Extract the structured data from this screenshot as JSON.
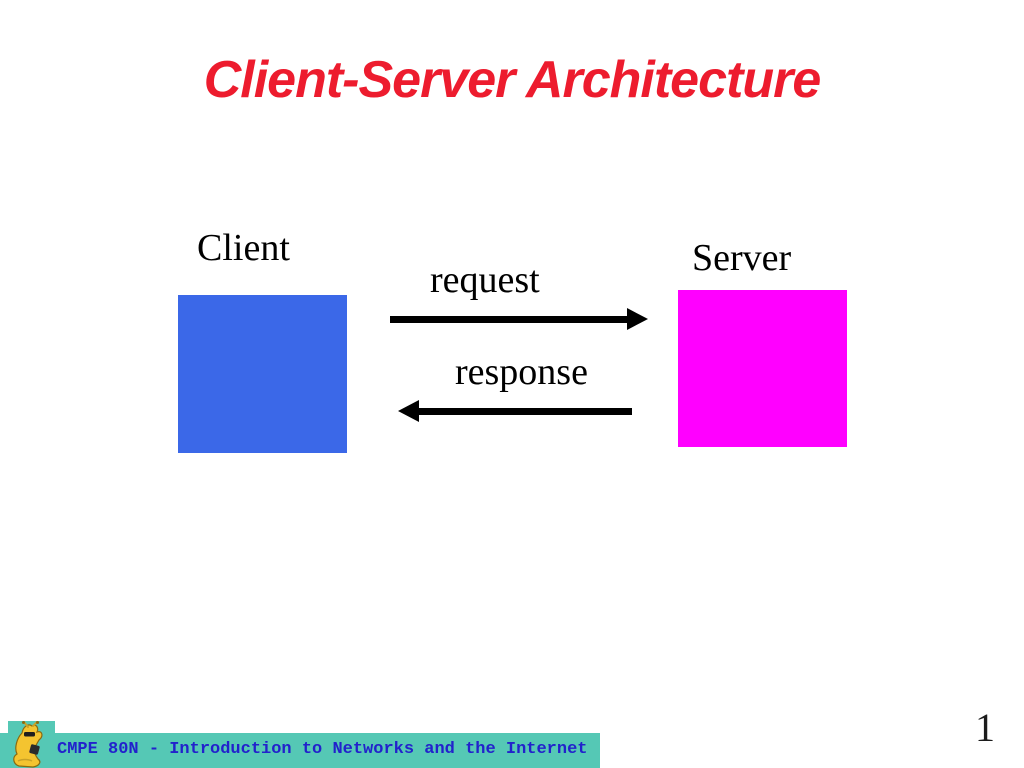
{
  "slide": {
    "title": "Client-Server Architecture",
    "page_number": "1"
  },
  "diagram": {
    "client_label": "Client",
    "server_label": "Server",
    "request_label": "request",
    "response_label": "response"
  },
  "footer": {
    "course_text": "CMPE 80N - Introduction to Networks and the Internet"
  },
  "icons": {
    "mascot": "banana-slug-mascot-icon",
    "request_arrow": "right-arrow-icon",
    "response_arrow": "left-arrow-icon"
  },
  "colors": {
    "title_red": "#ED1C2E",
    "client_blue": "#3B68E8",
    "server_magenta": "#FF00FF",
    "arrow_black": "#000000",
    "footer_teal": "#55C8B5",
    "footer_text_blue": "#2222CC",
    "mascot_yellow": "#F4C430"
  }
}
